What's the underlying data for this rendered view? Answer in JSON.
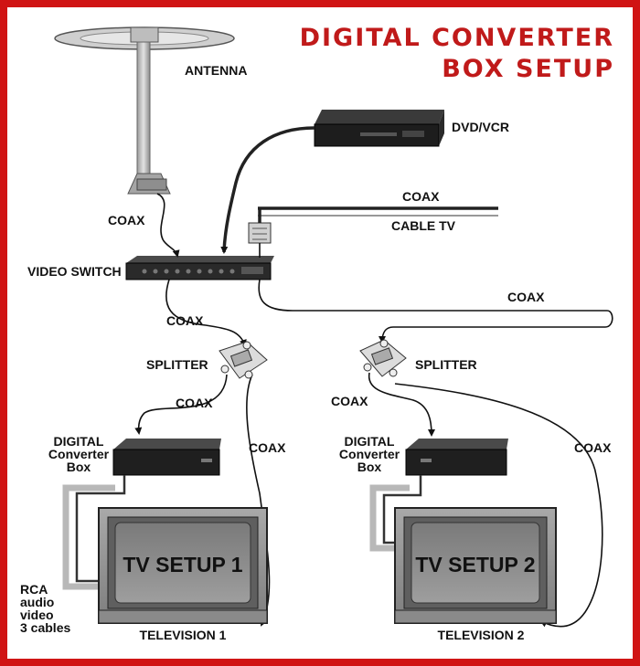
{
  "title": {
    "line1": "DIGITAL CONVERTER",
    "line2": "BOX SETUP"
  },
  "labels": {
    "antenna": "ANTENNA",
    "dvd_vcr": "DVD/VCR",
    "coax_cable": "COAX",
    "cable_tv": "CABLE TV",
    "coax_antenna": "COAX",
    "video_switch": "VIDEO SWITCH",
    "coax_switch_out": "COAX",
    "coax_long": "COAX",
    "splitter_1": "SPLITTER",
    "splitter_2": "SPLITTER",
    "coax_split1_box": "COAX",
    "coax_split1_tv": "COAX",
    "coax_split2_box": "COAX",
    "coax_split2_tv": "COAX",
    "converter_1": [
      "DIGITAL",
      "Converter",
      "Box"
    ],
    "converter_2": [
      "DIGITAL",
      "Converter",
      "Box"
    ],
    "rca": [
      "RCA",
      "audio",
      "video",
      "3 cables"
    ],
    "tv1_screen": "TV SETUP 1",
    "tv2_screen": "TV SETUP 2",
    "tv1_caption": "TELEVISION 1",
    "tv2_caption": "TELEVISION 2"
  },
  "colors": {
    "frame": "#d01414",
    "title": "#c01a1a"
  }
}
